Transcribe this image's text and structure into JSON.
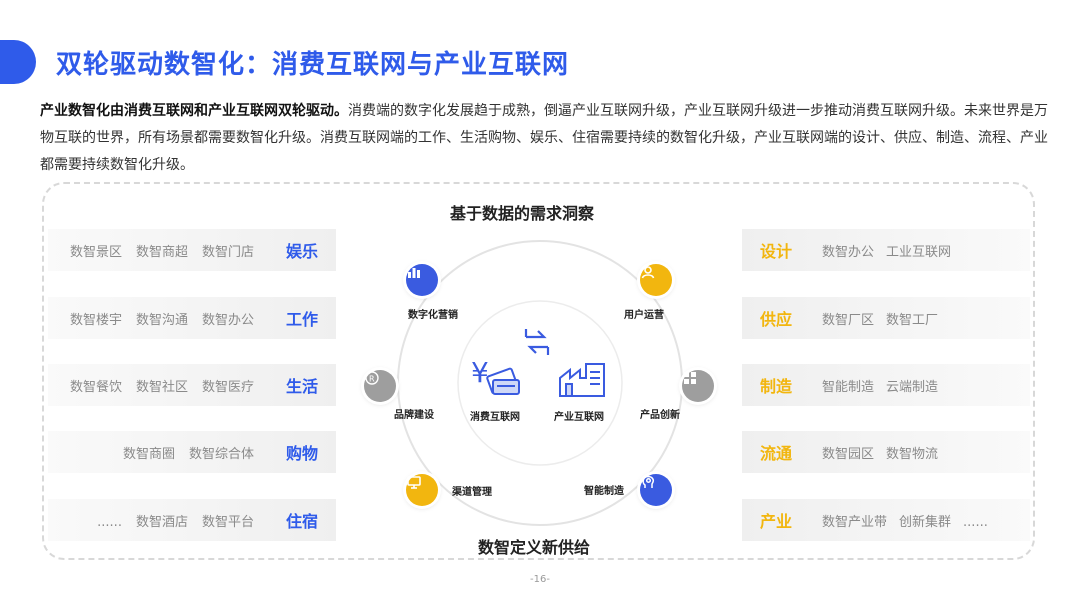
{
  "title": "双轮驱动数智化：消费互联网与产业互联网",
  "intro": {
    "lead": "产业数智化由消费互联网和产业互联网双轮驱动。",
    "body": "消费端的数字化发展趋于成熟，倒逼产业互联网升级，产业互联网升级进一步推动消费互联网升级。未来世界是万物互联的世界，所有场景都需要数智化升级。消费互联网端的工作、生活购物、娱乐、住宿需要持续的数智化升级，产业互联网端的设计、供应、制造、流程、产业都需要持续数智化升级。"
  },
  "left_rows": [
    {
      "category": "娱乐",
      "items": [
        "数智景区",
        "数智商超",
        "数智门店"
      ]
    },
    {
      "category": "工作",
      "items": [
        "数智楼宇",
        "数智沟通",
        "数智办公"
      ]
    },
    {
      "category": "生活",
      "items": [
        "数智餐饮",
        "数智社区",
        "数智医疗"
      ]
    },
    {
      "category": "购物",
      "items": [
        "数智商圈",
        "数智综合体"
      ]
    },
    {
      "category": "住宿",
      "items": [
        "......",
        "数智酒店",
        "数智平台"
      ]
    }
  ],
  "right_rows": [
    {
      "category": "设计",
      "items": [
        "数智办公",
        "工业互联网"
      ]
    },
    {
      "category": "供应",
      "items": [
        "数智厂区",
        "数智工厂"
      ]
    },
    {
      "category": "制造",
      "items": [
        "智能制造",
        "云端制造"
      ]
    },
    {
      "category": "流通",
      "items": [
        "数智园区",
        "数智物流"
      ]
    },
    {
      "category": "产业",
      "items": [
        "数智产业带",
        "创新集群",
        "......"
      ]
    }
  ],
  "diagram": {
    "top_title": "基于数据的需求洞察",
    "bottom_title": "数智定义新供给",
    "nodes": {
      "digital_marketing": "数字化营销",
      "user_operation": "用户运营",
      "brand_building": "品牌建设",
      "product_innovation": "产品创新",
      "channel_management": "渠道管理",
      "smart_manufacturing": "智能制造"
    },
    "center": {
      "consumer_internet": "消费互联网",
      "industrial_internet": "产业互联网"
    }
  },
  "colors": {
    "primary_blue": "#2f5bea",
    "accent_yellow": "#f2b60f",
    "neutral_gray": "#9e9e9e"
  },
  "page_number": "-16-"
}
